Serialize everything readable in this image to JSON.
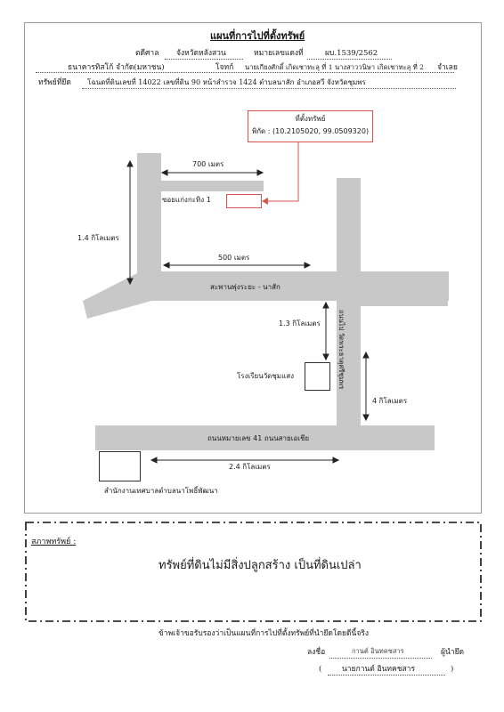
{
  "header": {
    "title": "แผนที่การไปที่ตั้งทรัพย์",
    "court_label": "ตดีศาล",
    "court_value": "จังหวัดหลังสวน",
    "case_label": "หมายเลขแดงที่",
    "case_value": "ผบ.1539/2562",
    "plaintiff": "ธนาคารทิสโก้ จำกัด(มหาชน)",
    "defendant_label": "โจทก์",
    "defendants": "นายเกียงศักดิ์ เกิดเชาทะลุ ที่ 1 นางสาววนิษา เกิดเชาทะลุ ที่ 2",
    "defendant_suffix": "จำเลย",
    "property_label": "ทรัพย์ที่ยึด",
    "property_value": "โฉนดที่ดินเลขที่ 14022 เลขที่ดิน 90 หน้าสำรวจ 1424 ตำบลนาสัก อำเภอสวี จังหวัดชุมพร"
  },
  "callout": {
    "title": "ที่ตั้งทรัพย์",
    "coords": "พิกัด : (10.2105020, 99.0509320)"
  },
  "map": {
    "d700": "700 เมตร",
    "soi": "ซอยแก่งกะทิง 1",
    "d1_4": "1.4 กิโลเมตร",
    "d500": "500 เมตร",
    "road_bridge": "สะพานพุ่งระยะ - นาสัก",
    "d1_3": "1.3 กิโลเมตร",
    "vertical_road": "ถนนไป วัดพระธาตุศรีชุมพร",
    "school": "โรงเรียนวัดชุมแสง",
    "d4": "4 กิโลเมตร",
    "highway": "ถนนหมายเลข 41 ถนนสายเอเชีย",
    "d2_4": "2.4 กิโลเมตร",
    "office": "สำนักงานเทศบาลตำบลนาโพธิ์พัฒนา"
  },
  "condition": {
    "label": "สภาพทรัพย์ :",
    "text": "ทรัพย์ที่ดินไม่มีสิ่งปลูกสร้าง เป็นที่ดินเปล่า"
  },
  "footer": {
    "certify": "ข้าพเจ้าขอรับรองว่าเป็นแผนที่การไปที่ตั้งทรัพย์ที่นำยึดโดยดีนี้จริง",
    "sign_label": "ลงชื่อ",
    "signature": "กานต์ อินทคชสาร",
    "role": "ผู้นำยึด",
    "open_paren": "(",
    "printed_name": "นายกานต์ อินทคชสาร",
    "close_paren": ")"
  }
}
